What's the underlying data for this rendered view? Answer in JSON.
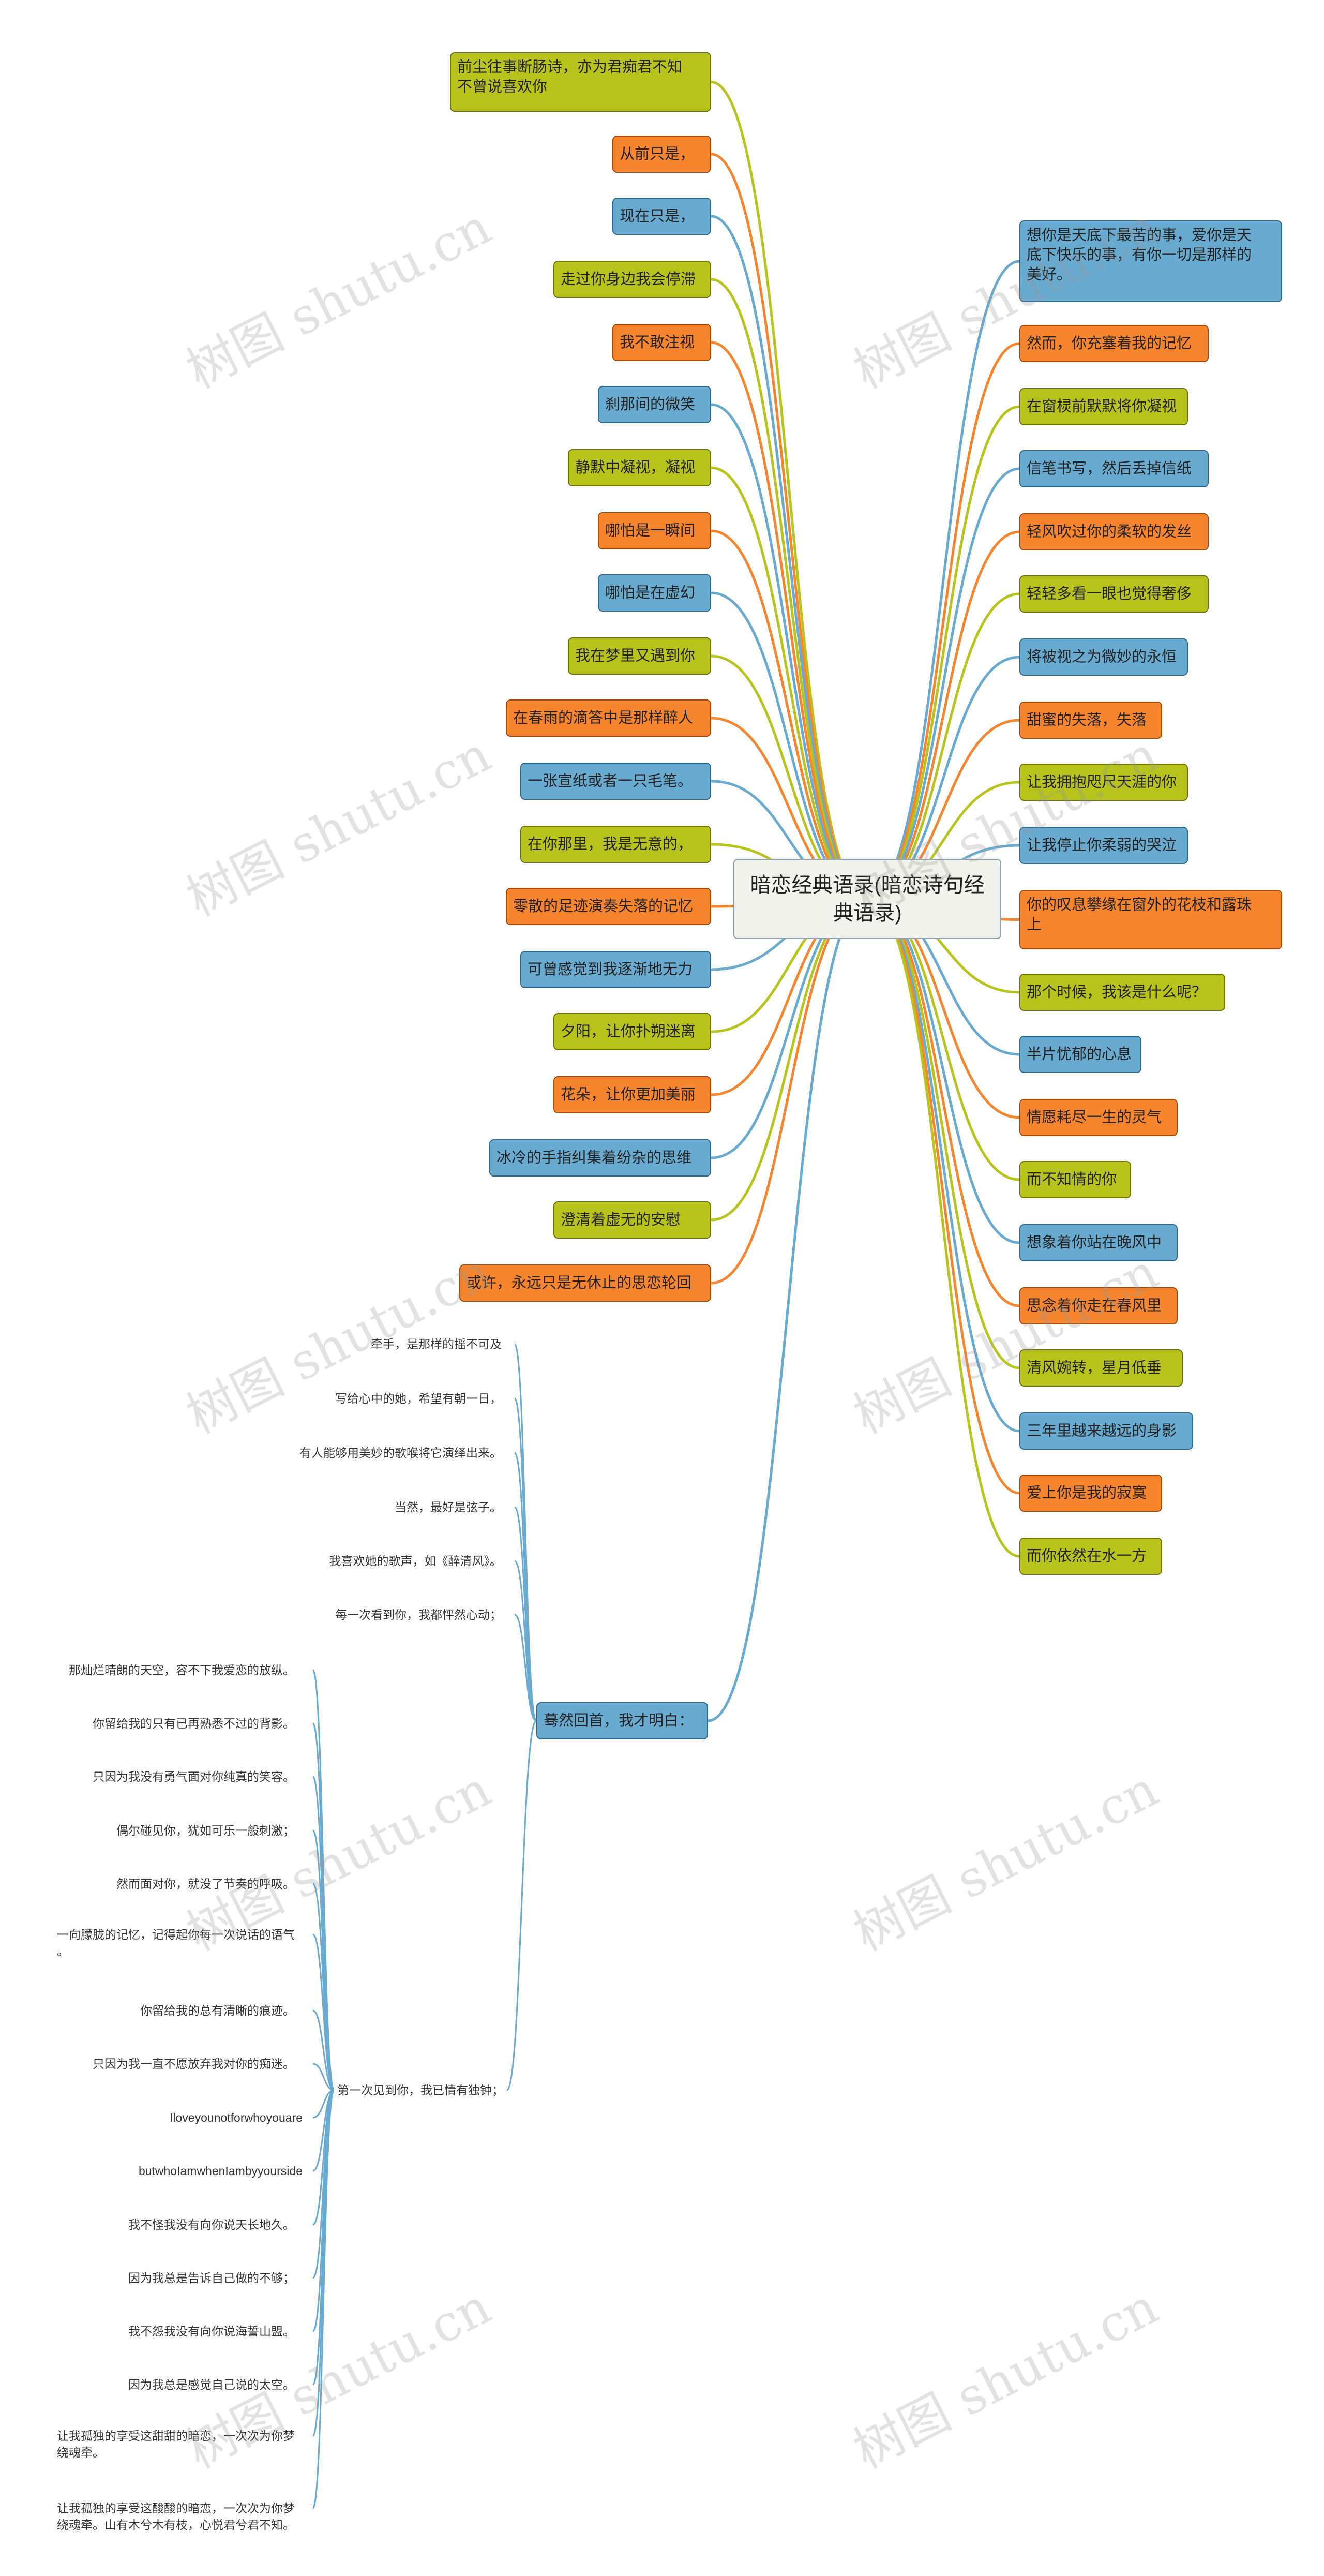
{
  "root": "暗恋经典语录(暗恋诗句经典语录)",
  "watermark": "树图 shutu.cn",
  "colors": {
    "olive": "#b8c41b",
    "orange": "#f7852d",
    "blue": "#68aad0"
  },
  "left_nodes": [
    {
      "text": "前尘往事断肠诗，亦为君痴君不知\n不曾说喜欢你",
      "color": "olive"
    },
    {
      "text": "从前只是，",
      "color": "orange"
    },
    {
      "text": "现在只是，",
      "color": "blue"
    },
    {
      "text": "走过你身边我会停滞",
      "color": "olive"
    },
    {
      "text": "我不敢注视",
      "color": "orange"
    },
    {
      "text": "刹那间的微笑",
      "color": "blue"
    },
    {
      "text": "静默中凝视，凝视",
      "color": "olive"
    },
    {
      "text": "哪怕是一瞬间",
      "color": "orange"
    },
    {
      "text": "哪怕是在虚幻",
      "color": "blue"
    },
    {
      "text": "我在梦里又遇到你",
      "color": "olive"
    },
    {
      "text": "在春雨的滴答中是那样醉人",
      "color": "orange"
    },
    {
      "text": "一张宣纸或者一只毛笔。",
      "color": "blue"
    },
    {
      "text": "在你那里，我是无意的，",
      "color": "olive"
    },
    {
      "text": "零散的足迹演奏失落的记忆",
      "color": "orange"
    },
    {
      "text": "可曾感觉到我逐渐地无力",
      "color": "blue"
    },
    {
      "text": "夕阳，让你扑朔迷离",
      "color": "olive"
    },
    {
      "text": "花朵，让你更加美丽",
      "color": "orange"
    },
    {
      "text": "冰冷的手指纠集着纷杂的思维",
      "color": "blue"
    },
    {
      "text": "澄清着虚无的安慰",
      "color": "olive"
    },
    {
      "text": "或许，永远只是无休止的思恋轮回",
      "color": "orange"
    }
  ],
  "right_nodes": [
    {
      "text": "想你是天底下最苦的事，爱你是天\n底下快乐的事，有你一切是那样的\n美好。",
      "color": "blue"
    },
    {
      "text": "然而，你充塞着我的记忆",
      "color": "orange"
    },
    {
      "text": "在窗棂前默默将你凝视",
      "color": "olive"
    },
    {
      "text": "信笔书写，然后丢掉信纸",
      "color": "blue"
    },
    {
      "text": "轻风吹过你的柔软的发丝",
      "color": "orange"
    },
    {
      "text": "轻轻多看一眼也觉得奢侈",
      "color": "olive"
    },
    {
      "text": "将被视之为微妙的永恒",
      "color": "blue"
    },
    {
      "text": "甜蜜的失落，失落",
      "color": "orange"
    },
    {
      "text": "让我拥抱咫尺天涯的你",
      "color": "olive"
    },
    {
      "text": "让我停止你柔弱的哭泣",
      "color": "blue"
    },
    {
      "text": "你的叹息攀缘在窗外的花枝和露珠\n上",
      "color": "orange"
    },
    {
      "text": "那个时候，我该是什么呢？",
      "color": "olive"
    },
    {
      "text": "半片忧郁的心息",
      "color": "blue"
    },
    {
      "text": "情愿耗尽一生的灵气",
      "color": "orange"
    },
    {
      "text": "而不知情的你",
      "color": "olive"
    },
    {
      "text": "想象着你站在晚风中",
      "color": "blue"
    },
    {
      "text": "思念着你走在春风里",
      "color": "orange"
    },
    {
      "text": "清风婉转，星月低垂",
      "color": "olive"
    },
    {
      "text": "三年里越来越远的身影",
      "color": "blue"
    },
    {
      "text": "爱上你是我的寂寞",
      "color": "orange"
    },
    {
      "text": "而你依然在水一方",
      "color": "olive"
    }
  ],
  "moment_node": "蓦然回首，我才明白：",
  "moment_children": [
    "牵手，是那样的摇不可及",
    "写给心中的她，希望有朝一日，",
    "有人能够用美妙的歌喉将它演绎出来。",
    "当然，最好是弦子。",
    "我喜欢她的歌声，如《醉清风》。",
    "每一次看到你，我都怦然心动；"
  ],
  "first_node": "第一次见到你，我已情有独钟；",
  "first_children": [
    "那灿烂晴朗的天空，容不下我爱恋的放纵。",
    "你留给我的只有已再熟悉不过的背影。",
    "只因为我没有勇气面对你纯真的笑容。",
    "偶尔碰见你，犹如可乐一般刺激；",
    "然而面对你，就没了节奏的呼吸。",
    "一向朦胧的记忆，记得起你每一次说话的语气\n。",
    "你留给我的总有清晰的痕迹。",
    "只因为我一直不愿放弃我对你的痴迷。",
    "Iloveyounotforwhoyouare",
    "butwhoIamwhenIambyyourside",
    "我不怪我没有向你说天长地久。",
    "因为我总是告诉自己做的不够；",
    "我不怨我没有向你说海誓山盟。",
    "因为我总是感觉自己说的太空。",
    "让我孤独的享受这甜甜的暗恋，一次次为你梦\n绕魂牵。",
    "让我孤独的享受这酸酸的暗恋，一次次为你梦\n绕魂牵。山有木兮木有枝，心悦君兮君不知。"
  ]
}
